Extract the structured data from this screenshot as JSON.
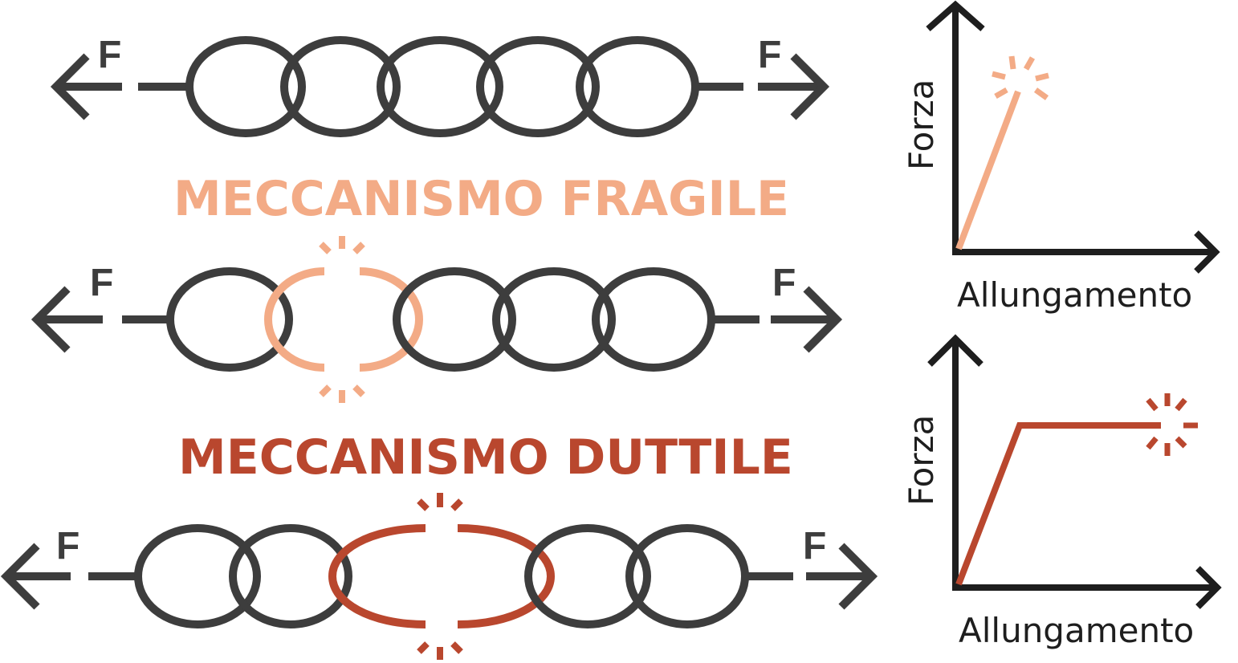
{
  "colors": {
    "chain": "#3d3d3d",
    "fragile": "#f3ab86",
    "ductile": "#b9472e"
  },
  "force_symbol": "F",
  "fragile": {
    "title": "MECCANISMO FRAGILE"
  },
  "ductile": {
    "title": "MECCANISMO DUTTILE"
  },
  "graphs": [
    {
      "ylabel": "Forza",
      "xlabel": "Allungamento",
      "curve": "linear-to-break"
    },
    {
      "ylabel": "Forza",
      "xlabel": "Allungamento",
      "curve": "linear-then-plateau-to-break"
    }
  ]
}
